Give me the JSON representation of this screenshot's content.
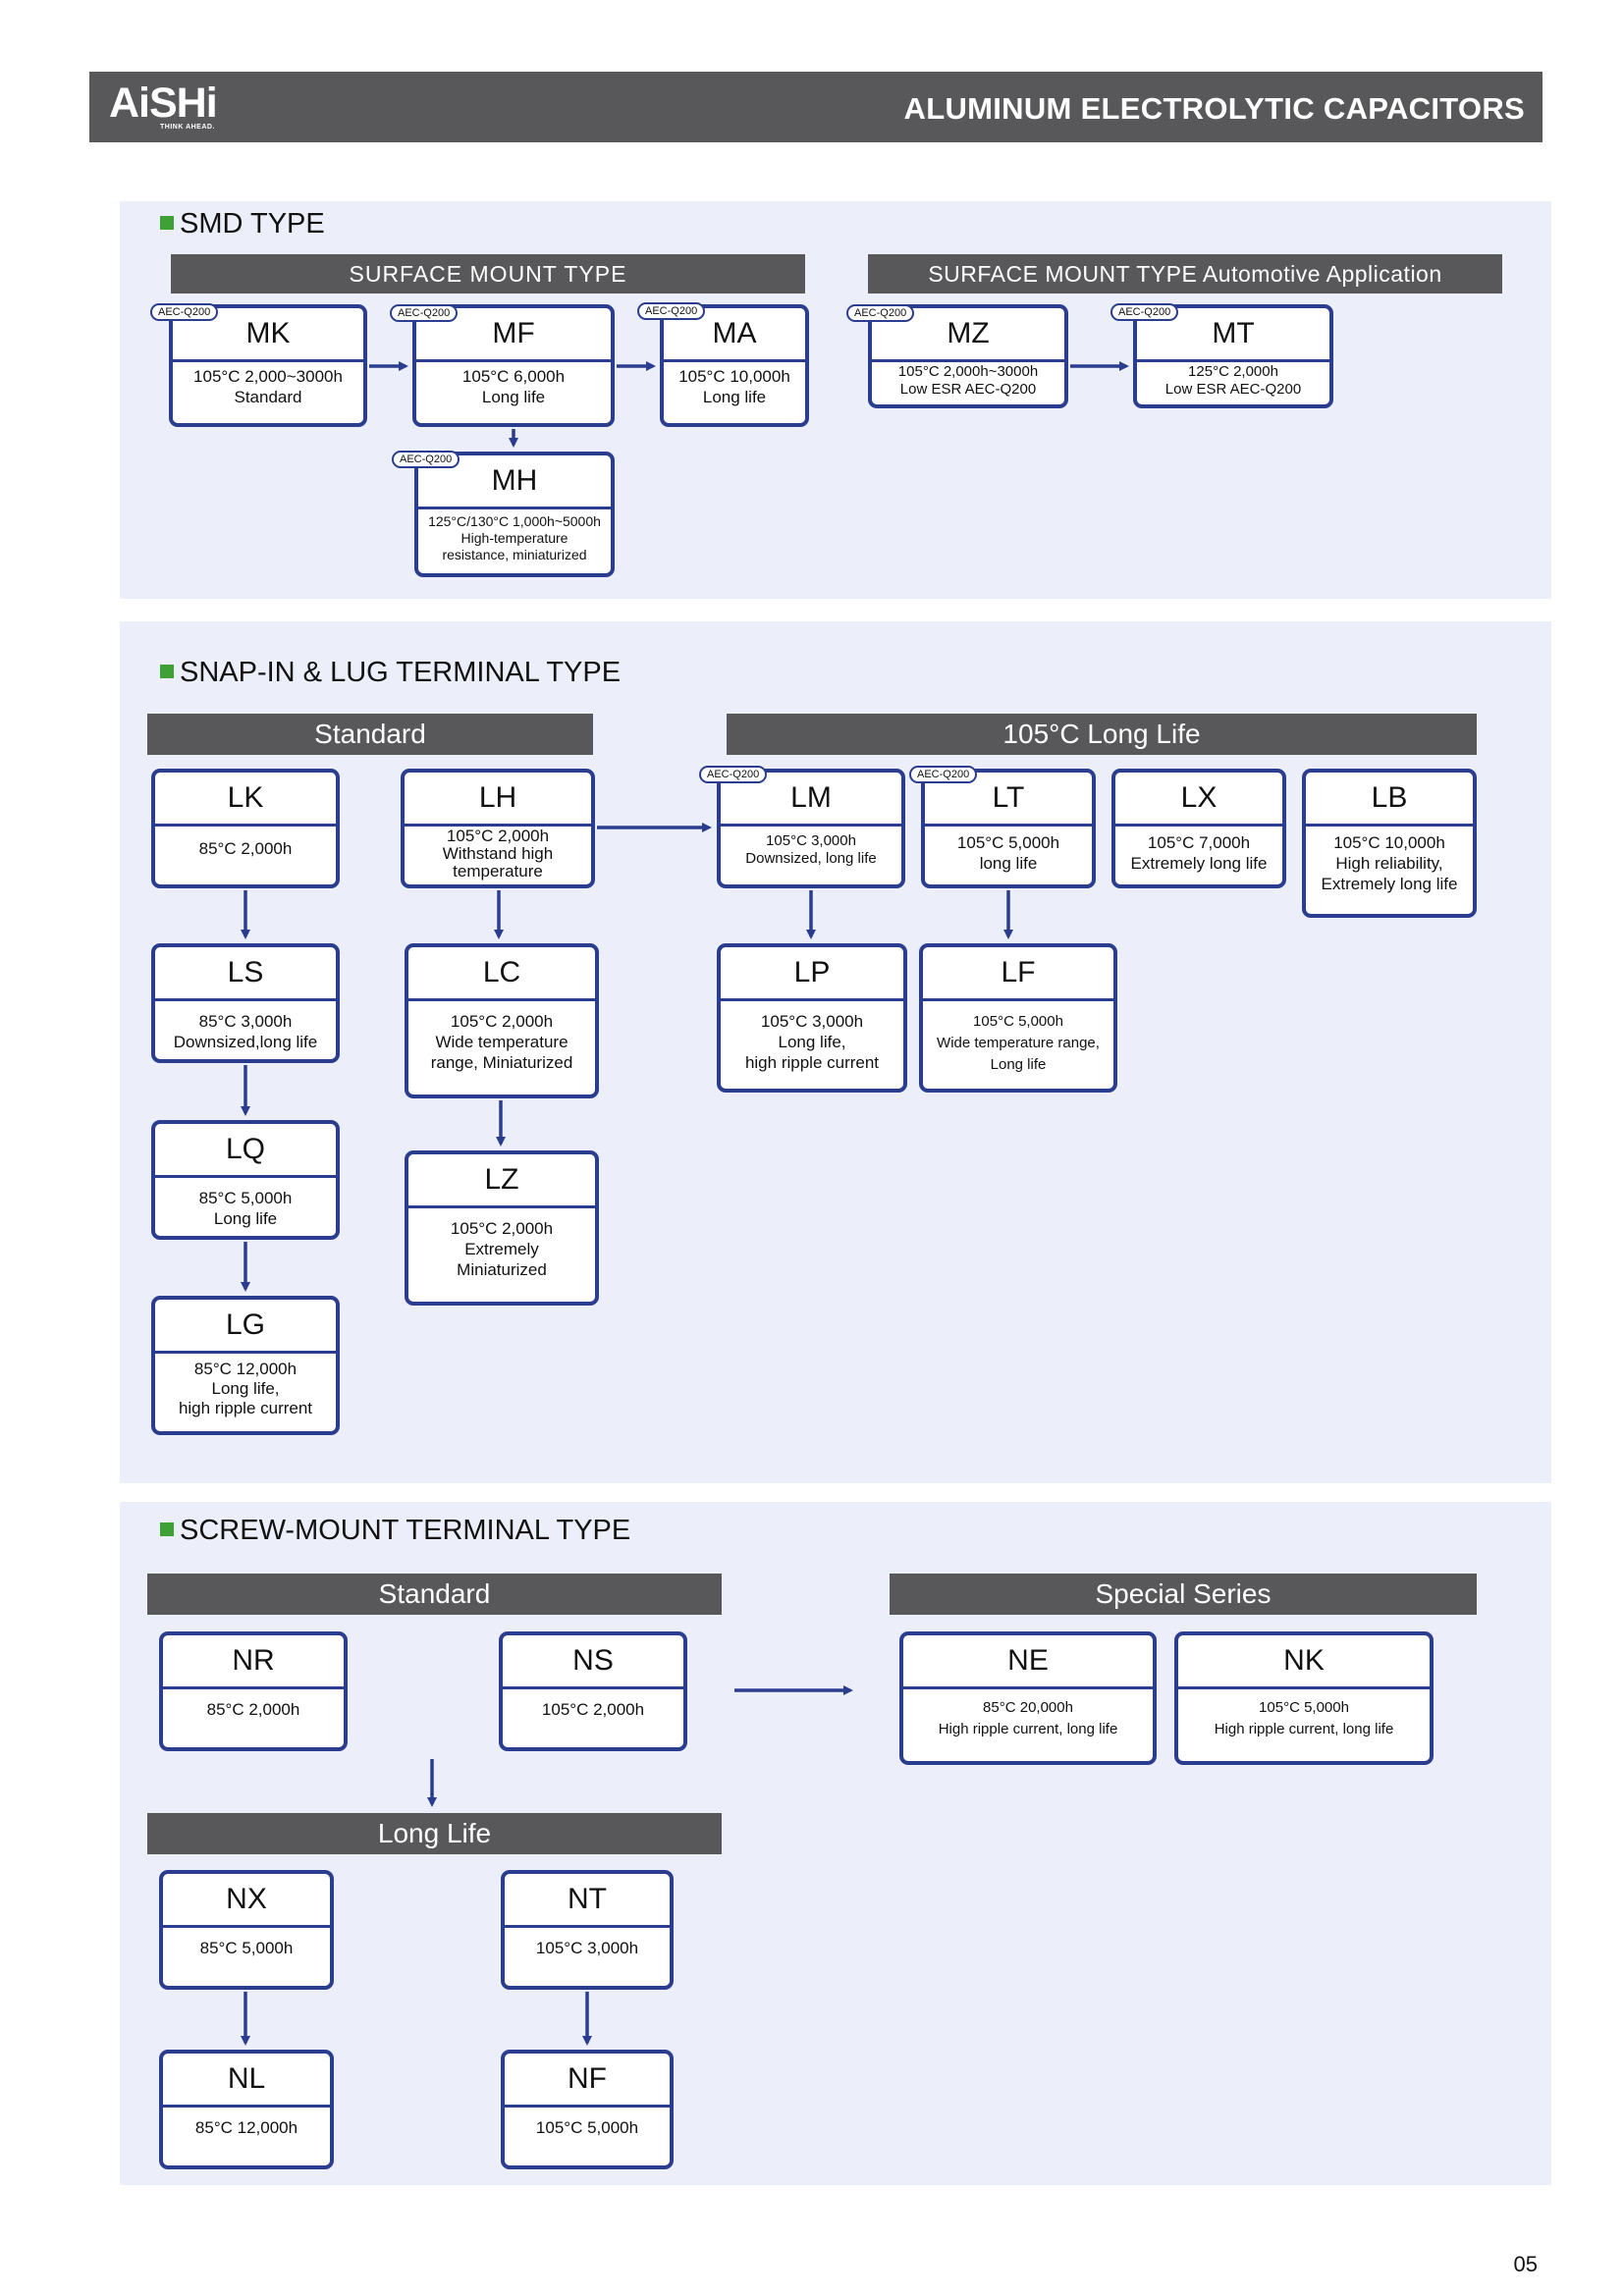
{
  "header": {
    "logo": "AiSHi",
    "logo_tagline": "THINK AHEAD.",
    "title": "ALUMINUM ELECTROLYTIC CAPACITORS"
  },
  "smd": {
    "title": "SMD TYPE",
    "bar_left": "SURFACE MOUNT TYPE",
    "bar_right": "SURFACE MOUNT TYPE Automotive Application",
    "badge": "AEC-Q200",
    "series": {
      "MK": {
        "code": "MK",
        "desc": "105°C 2,000~3000h\nStandard"
      },
      "MF": {
        "code": "MF",
        "desc": "105°C 6,000h\nLong life"
      },
      "MA": {
        "code": "MA",
        "desc": "105°C 10,000h\nLong life"
      },
      "MH": {
        "code": "MH",
        "desc": "125°C/130°C 1,000h~5000h\nHigh-temperature\nresistance, miniaturized"
      },
      "MZ": {
        "code": "MZ",
        "desc": "105°C 2,000h~3000h\nLow ESR AEC-Q200"
      },
      "MT": {
        "code": "MT",
        "desc": "125°C 2,000h\nLow ESR AEC-Q200"
      }
    }
  },
  "snap": {
    "title": "SNAP-IN & LUG TERMINAL TYPE",
    "bar_standard": "Standard",
    "bar_long": "105°C Long Life",
    "badge": "AEC-Q200",
    "series": {
      "LK": {
        "code": "LK",
        "desc": "85°C 2,000h"
      },
      "LH": {
        "code": "LH",
        "desc": "105°C 2,000h\nWithstand high\ntemperature"
      },
      "LS": {
        "code": "LS",
        "desc": "85°C 3,000h\nDownsized,long life"
      },
      "LC": {
        "code": "LC",
        "desc": "105°C 2,000h\nWide temperature\nrange, Miniaturized"
      },
      "LQ": {
        "code": "LQ",
        "desc": "85°C 5,000h\nLong life"
      },
      "LZ": {
        "code": "LZ",
        "desc": "105°C 2,000h\nExtremely\nMiniaturized"
      },
      "LG": {
        "code": "LG",
        "desc": "85°C 12,000h\nLong life,\nhigh ripple current"
      },
      "LM": {
        "code": "LM",
        "desc": "105°C 3,000h\nDownsized, long life"
      },
      "LT": {
        "code": "LT",
        "desc": "105°C 5,000h\nlong life"
      },
      "LX": {
        "code": "LX",
        "desc": "105°C 7,000h\nExtremely long life"
      },
      "LB": {
        "code": "LB",
        "desc": "105°C 10,000h\nHigh reliability,\nExtremely long life"
      },
      "LP": {
        "code": "LP",
        "desc": "105°C 3,000h\nLong life,\nhigh ripple current"
      },
      "LF": {
        "code": "LF",
        "desc": "105°C 5,000h\nWide temperature range,\nLong life"
      }
    }
  },
  "screw": {
    "title": "SCREW-MOUNT TERMINAL TYPE",
    "bar_standard": "Standard",
    "bar_special": "Special Series",
    "bar_long": "Long Life",
    "series": {
      "NR": {
        "code": "NR",
        "desc": "85°C 2,000h"
      },
      "NS": {
        "code": "NS",
        "desc": "105°C 2,000h"
      },
      "NE": {
        "code": "NE",
        "desc": "85°C 20,000h\nHigh ripple current, long life"
      },
      "NK": {
        "code": "NK",
        "desc": "105°C 5,000h\nHigh ripple current, long life"
      },
      "NX": {
        "code": "NX",
        "desc": "85°C 5,000h"
      },
      "NT": {
        "code": "NT",
        "desc": "105°C 3,000h"
      },
      "NL": {
        "code": "NL",
        "desc": "85°C 12,000h"
      },
      "NF": {
        "code": "NF",
        "desc": "105°C 5,000h"
      }
    }
  },
  "page_number": "05",
  "colors": {
    "header": "#58585a",
    "box_border": "#2b3d8f",
    "section_bg": "#eceff9",
    "accent_green": "#3ea035"
  }
}
